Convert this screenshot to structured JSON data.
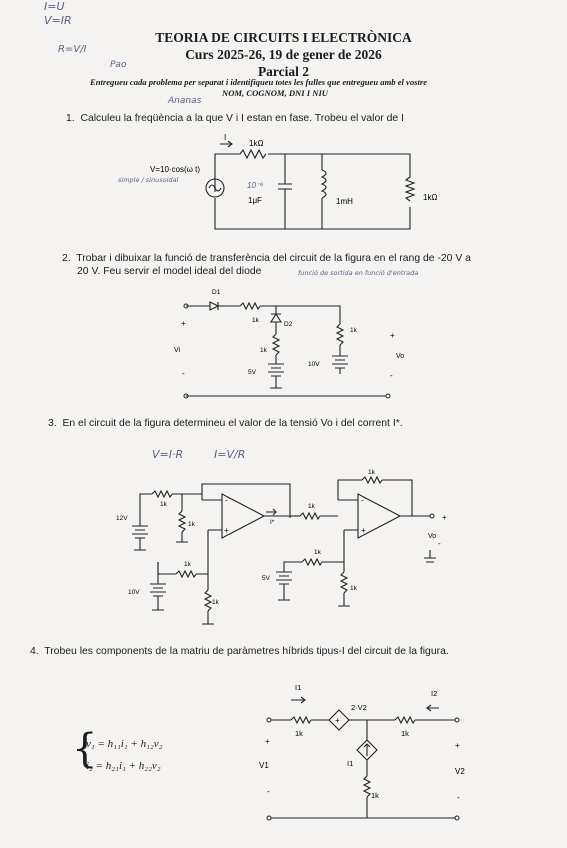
{
  "handwritten": {
    "top_left_1": "I=U",
    "top_left_2": "V=IR",
    "fraction": "R=V/I",
    "initials": "Pao",
    "mark": "Ananas",
    "q1_note": "simple / sinusoidal",
    "q2_note": "funció de sortida en funció d'entrada",
    "q3_formula_1": "V=I·R",
    "q3_formula_2": "I=V/R"
  },
  "header": {
    "course": "TEORIA DE CIRCUITS I ELECTRÒNICA",
    "date": "Curs 2025-26, 19 de gener de 2026",
    "exam": "Parcial 2",
    "instructions_1": "Entregueu cada problema per separat i identifiqueu totes les fulles que entregueu amb el vostre",
    "instructions_2": "NOM, COGNOM, DNI I NIU"
  },
  "questions": [
    {
      "number": "1.",
      "text": "Calculeu la freqüència a la que V i I estan en fase. Trobeu el valor de I"
    },
    {
      "number": "2.",
      "text_1": "Trobar i dibuixar la funció de transferència del circuit de la figura en el rang de -20 V a",
      "text_2": "20 V. Feu servir el model ideal del diode"
    },
    {
      "number": "3.",
      "text": "En el circuit de la figura determineu el valor de la tensió Vo i del corrent I*."
    },
    {
      "number": "4.",
      "text": "Trobeu les components de la matriu de paràmetres híbrids tipus-I del circuit de la figura."
    }
  ],
  "circuit1": {
    "source": "V=10·cos(ω t)",
    "r_top": "1kΩ",
    "cap": "1μF",
    "cap_note": "10⁻⁶",
    "ind": "1mH",
    "r_right": "1kΩ",
    "current": "I"
  },
  "circuit2": {
    "d1": "D1",
    "r1": "1k",
    "d2": "D2",
    "r2": "1k",
    "r3": "1k",
    "v1": "5V",
    "v2": "10V",
    "vi": "Vi",
    "vo": "Vo"
  },
  "circuit3": {
    "v12": "12V",
    "v10": "10V",
    "v5": "5V",
    "r": "1k",
    "istar": "I*",
    "vo": "Vo"
  },
  "circuit4": {
    "eq_1": "v₁ = h₁₁i₁ + h₁₂v₂",
    "eq_2": "i₂ = h₂₁i₁ + h₂₂v₂",
    "i1": "I1",
    "i2": "I2",
    "dep_v": "2·V2",
    "dep_i": "I1",
    "r1": "1k",
    "r2": "1k",
    "r3": "1k",
    "v1": "V1",
    "v2": "V2"
  }
}
